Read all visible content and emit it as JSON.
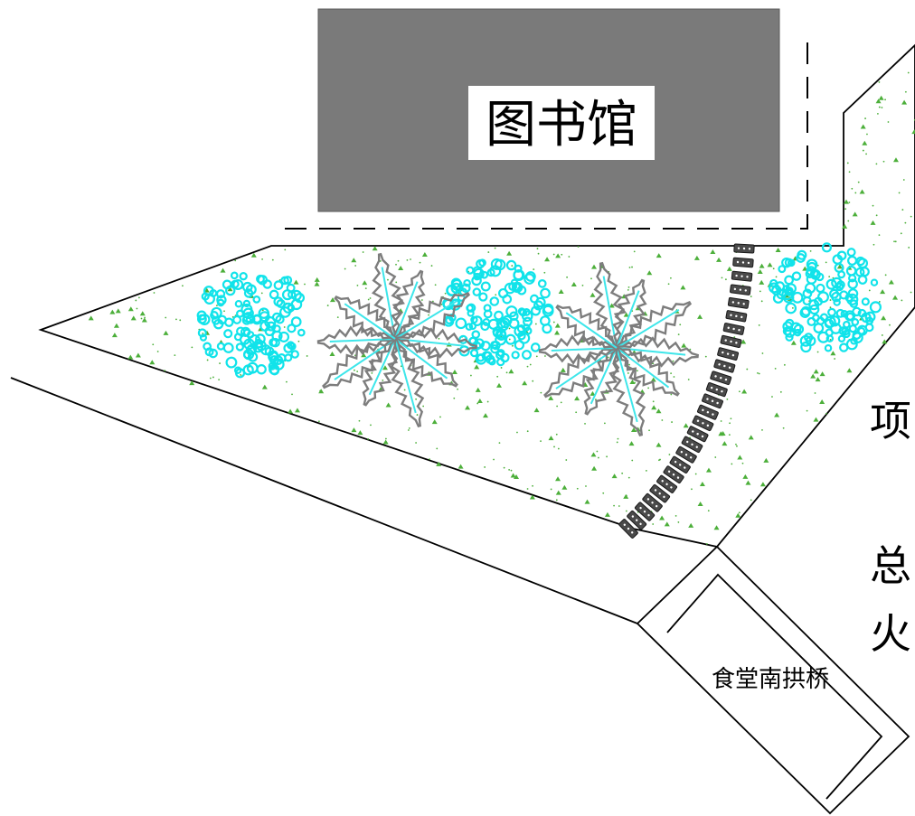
{
  "labels": {
    "building": "图书馆",
    "bridge": "食堂南拱桥",
    "side_1": "项",
    "side_2": "总",
    "side_3": "火"
  },
  "colors": {
    "building_fill": "#7a7a7a",
    "grass_dot": "#4caf3a",
    "shrub": "#11e3ea",
    "palm_frond": "#7d7d7d",
    "palm_rib": "#3ee6ea",
    "stepping_stone": "#4a4a4a"
  },
  "plants": {
    "shrubs": 3,
    "palms": 2,
    "stepping_stones": 26
  }
}
